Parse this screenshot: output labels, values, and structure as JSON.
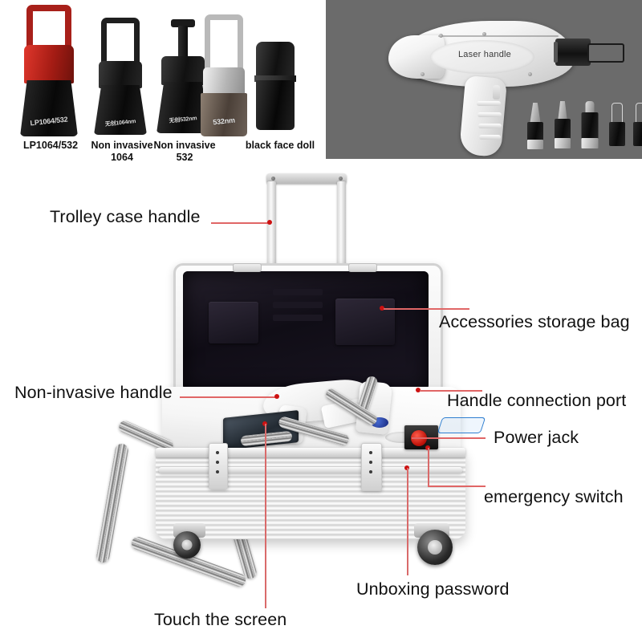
{
  "page": {
    "title": "Picosecond laser machine — parts callout diagram",
    "background_color": "#ffffff",
    "accent_color": "#cc1111",
    "callout_line_color": "#e06666"
  },
  "probe_gallery": {
    "panel_background": "#ffffff",
    "probes": [
      {
        "caption": "LP1064/532",
        "engraving": "LP1064/532",
        "color_top": "#b5241c",
        "color_bottom": "#141414",
        "has_loop_handle": true
      },
      {
        "caption": "Non invasive\n1064",
        "caption_line1": "Non invasive",
        "caption_line2": "1064",
        "engraving": "无创1064nm",
        "color_top": "#1c1c1c",
        "color_bottom": "#0b0b0b",
        "has_loop_handle": true
      },
      {
        "caption": "Non invasive\n532",
        "caption_line1": "Non invasive",
        "caption_line2": "532",
        "engraving": "无创532nm",
        "color_top": "#1c1c1c",
        "color_bottom": "#0b0b0b",
        "has_loop_handle": false
      },
      {
        "caption": "",
        "engraving": "532nm",
        "color_top": "#cfcfcf",
        "color_bottom": "#5a4f46",
        "has_loop_handle": true
      },
      {
        "caption": "black face doll",
        "engraving": "",
        "color_top": "#1a1a1a",
        "color_bottom": "#080808",
        "has_loop_handle": false
      }
    ]
  },
  "laser_handle_panel": {
    "background_color": "#6b6b6b",
    "handle_label": "Laser handle",
    "tip_count": 5
  },
  "callouts": [
    {
      "id": "trolley-case-handle",
      "label": "Trolley case handle",
      "side": "left"
    },
    {
      "id": "accessories-storage-bag",
      "label": "Accessories storage bag",
      "side": "right"
    },
    {
      "id": "non-invasive-handle",
      "label": "Non-invasive handle",
      "side": "left"
    },
    {
      "id": "handle-connection-port",
      "label": "Handle connection port",
      "side": "right"
    },
    {
      "id": "power-jack",
      "label": "Power jack",
      "side": "right"
    },
    {
      "id": "emergency-switch",
      "label": "emergency switch",
      "side": "right"
    },
    {
      "id": "unboxing-password",
      "label": "Unboxing password",
      "side": "bottom"
    },
    {
      "id": "touch-the-screen",
      "label": "Touch the screen",
      "side": "bottom"
    }
  ]
}
